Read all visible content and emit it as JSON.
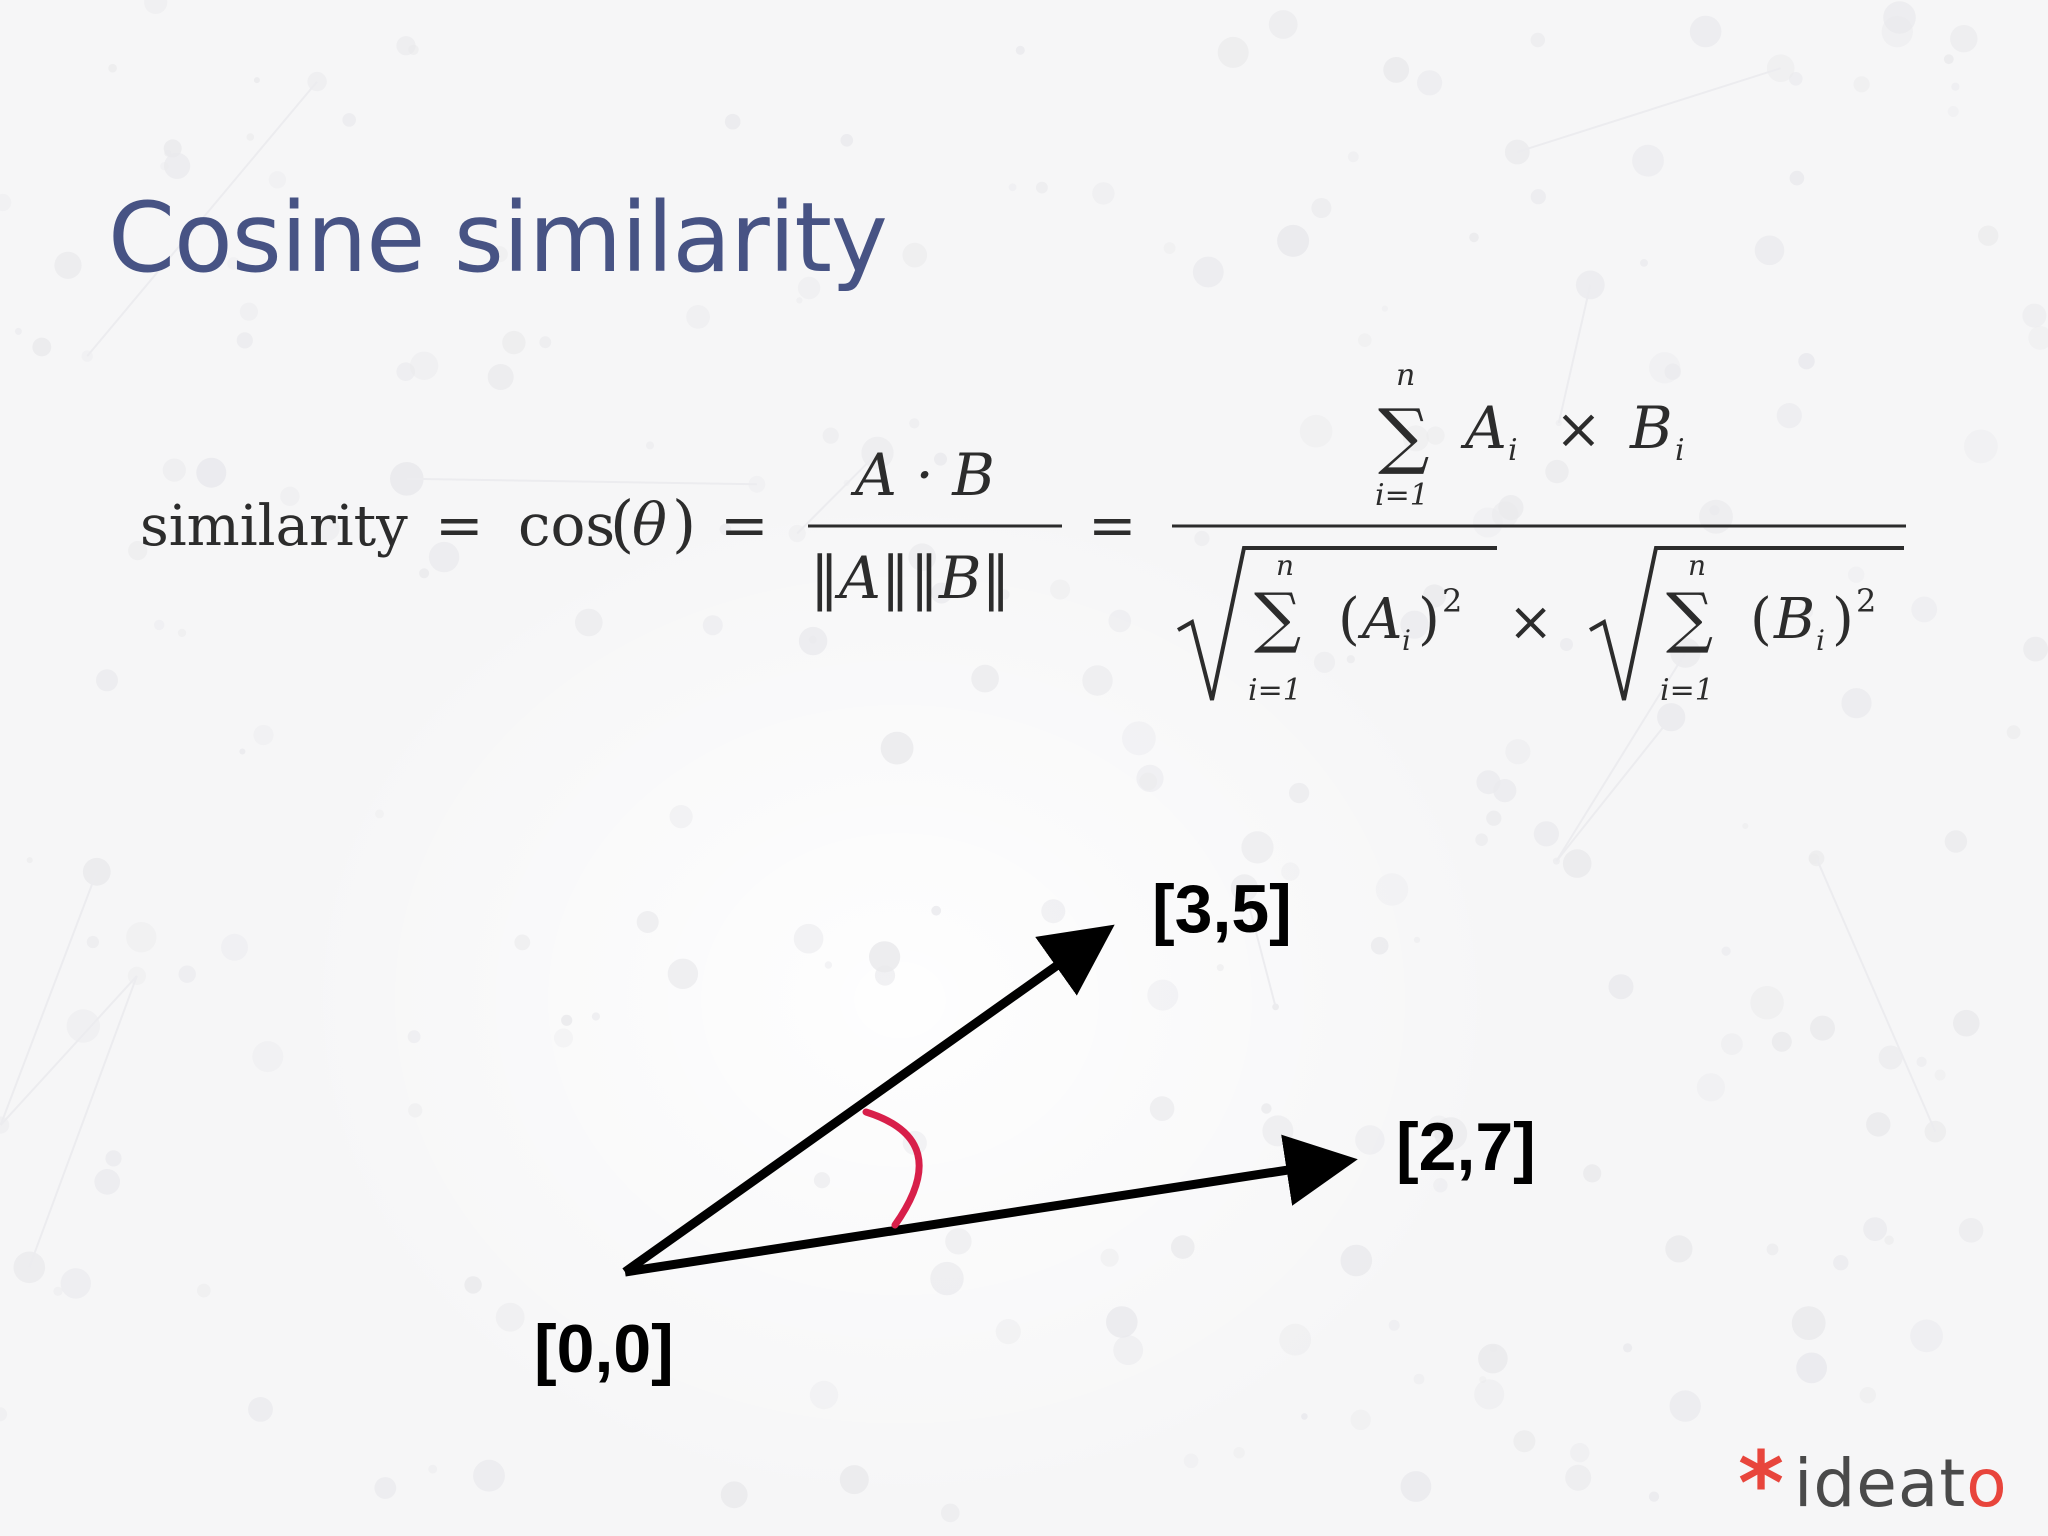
{
  "slide": {
    "title": "Cosine similarity"
  },
  "formula": {
    "lhs": "similarity",
    "equals": "=",
    "cos": "cos",
    "theta": "θ",
    "dot_num": "A · B",
    "norm_den": "‖A‖‖B‖",
    "sum_symbol": "∑",
    "sum_upper": "n",
    "sum_lower": "i=1",
    "sum_term_num": "A",
    "sum_term_num_b": "B",
    "times": "×",
    "sub_i": "i",
    "sq_term_a": "A",
    "sq_term_b": "B",
    "power": "2"
  },
  "diagram": {
    "origin_label": "[0,0]",
    "vectors": [
      {
        "name": "vector-a",
        "label": "[3,5]"
      },
      {
        "name": "vector-b",
        "label": "[2,7]"
      }
    ],
    "angle_arc_color": "#d81f4a",
    "vector_color": "#000000"
  },
  "brand": {
    "star": "*",
    "text_main": "ideat",
    "text_accent": "o",
    "accent_color": "#e8453c"
  }
}
